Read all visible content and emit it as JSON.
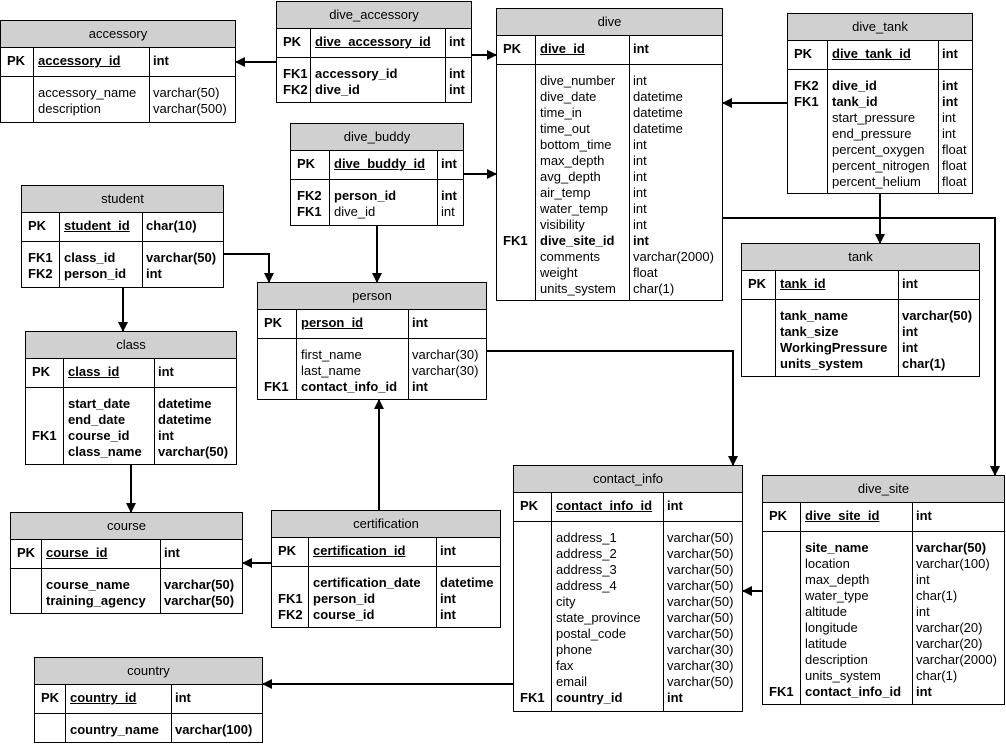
{
  "tables": {
    "accessory": {
      "title": "accessory",
      "pk": [
        {
          "key": "PK",
          "name": "accessory_id",
          "type": "int"
        }
      ],
      "cols": [
        {
          "key": "",
          "name": "accessory_name",
          "type": "varchar(50)",
          "bold": false
        },
        {
          "key": "",
          "name": "description",
          "type": "varchar(500)",
          "bold": false
        }
      ]
    },
    "dive_accessory": {
      "title": "dive_accessory",
      "pk": [
        {
          "key": "PK",
          "name": "dive_accessory_id",
          "type": "int"
        }
      ],
      "cols": [
        {
          "key": "FK1",
          "name": "accessory_id",
          "type": "int",
          "bold": true
        },
        {
          "key": "FK2",
          "name": "dive_id",
          "type": "int",
          "bold": true
        }
      ]
    },
    "dive": {
      "title": "dive",
      "pk": [
        {
          "key": "PK",
          "name": "dive_id",
          "type": "int"
        }
      ],
      "cols": [
        {
          "key": "",
          "name": "dive_number",
          "type": "int",
          "bold": false
        },
        {
          "key": "",
          "name": "dive_date",
          "type": "datetime",
          "bold": false
        },
        {
          "key": "",
          "name": "time_in",
          "type": "datetime",
          "bold": false
        },
        {
          "key": "",
          "name": "time_out",
          "type": "datetime",
          "bold": false
        },
        {
          "key": "",
          "name": "bottom_time",
          "type": "int",
          "bold": false
        },
        {
          "key": "",
          "name": "max_depth",
          "type": "int",
          "bold": false
        },
        {
          "key": "",
          "name": "avg_depth",
          "type": "int",
          "bold": false
        },
        {
          "key": "",
          "name": "air_temp",
          "type": "int",
          "bold": false
        },
        {
          "key": "",
          "name": "water_temp",
          "type": "int",
          "bold": false
        },
        {
          "key": "",
          "name": "visibility",
          "type": "int",
          "bold": false
        },
        {
          "key": "FK1",
          "name": "dive_site_id",
          "type": "int",
          "bold": true
        },
        {
          "key": "",
          "name": "comments",
          "type": "varchar(2000)",
          "bold": false
        },
        {
          "key": "",
          "name": "weight",
          "type": "float",
          "bold": false
        },
        {
          "key": "",
          "name": "units_system",
          "type": "char(1)",
          "bold": false
        }
      ]
    },
    "dive_tank": {
      "title": "dive_tank",
      "pk": [
        {
          "key": "PK",
          "name": "dive_tank_id",
          "type": "int"
        }
      ],
      "cols": [
        {
          "key": "FK2",
          "name": "dive_id",
          "type": "int",
          "bold": true
        },
        {
          "key": "FK1",
          "name": "tank_id",
          "type": "int",
          "bold": true
        },
        {
          "key": "",
          "name": "start_pressure",
          "type": "int",
          "bold": false
        },
        {
          "key": "",
          "name": "end_pressure",
          "type": "int",
          "bold": false
        },
        {
          "key": "",
          "name": "percent_oxygen",
          "type": "float",
          "bold": false
        },
        {
          "key": "",
          "name": "percent_nitrogen",
          "type": "float",
          "bold": false
        },
        {
          "key": "",
          "name": "percent_helium",
          "type": "float",
          "bold": false
        }
      ]
    },
    "dive_buddy": {
      "title": "dive_buddy",
      "pk": [
        {
          "key": "PK",
          "name": "dive_buddy_id",
          "type": "int"
        }
      ],
      "cols": [
        {
          "key": "FK2",
          "name": "person_id",
          "type": "int",
          "bold": true
        },
        {
          "key": "FK1",
          "name": "dive_id",
          "type": "int",
          "bold": false
        }
      ]
    },
    "student": {
      "title": "student",
      "pk": [
        {
          "key": "PK",
          "name": "student_id",
          "type": "char(10)"
        }
      ],
      "cols": [
        {
          "key": "FK1",
          "name": "class_id",
          "type": "varchar(50)",
          "bold": true
        },
        {
          "key": "FK2",
          "name": "person_id",
          "type": "int",
          "bold": true
        }
      ]
    },
    "person": {
      "title": "person",
      "pk": [
        {
          "key": "PK",
          "name": "person_id",
          "type": "int"
        }
      ],
      "cols": [
        {
          "key": "",
          "name": "first_name",
          "type": "varchar(30)",
          "bold": false
        },
        {
          "key": "",
          "name": "last_name",
          "type": "varchar(30)",
          "bold": false
        },
        {
          "key": "FK1",
          "name": "contact_info_id",
          "type": "int",
          "bold": true
        }
      ]
    },
    "tank": {
      "title": "tank",
      "pk": [
        {
          "key": "PK",
          "name": "tank_id",
          "type": "int"
        }
      ],
      "cols": [
        {
          "key": "",
          "name": "tank_name",
          "type": "varchar(50)",
          "bold": true
        },
        {
          "key": "",
          "name": "tank_size",
          "type": "int",
          "bold": true
        },
        {
          "key": "",
          "name": "WorkingPressure",
          "type": "int",
          "bold": true
        },
        {
          "key": "",
          "name": "units_system",
          "type": "char(1)",
          "bold": true
        }
      ]
    },
    "class": {
      "title": "class",
      "pk": [
        {
          "key": "PK",
          "name": "class_id",
          "type": "int"
        }
      ],
      "cols": [
        {
          "key": "",
          "name": "start_date",
          "type": "datetime",
          "bold": true
        },
        {
          "key": "",
          "name": "end_date",
          "type": "datetime",
          "bold": true
        },
        {
          "key": "FK1",
          "name": "course_id",
          "type": "int",
          "bold": true
        },
        {
          "key": "",
          "name": "class_name",
          "type": "varchar(50)",
          "bold": true
        }
      ]
    },
    "course": {
      "title": "course",
      "pk": [
        {
          "key": "PK",
          "name": "course_id",
          "type": "int"
        }
      ],
      "cols": [
        {
          "key": "",
          "name": "course_name",
          "type": "varchar(50)",
          "bold": true
        },
        {
          "key": "",
          "name": "training_agency",
          "type": "varchar(50)",
          "bold": true
        }
      ]
    },
    "certification": {
      "title": "certification",
      "pk": [
        {
          "key": "PK",
          "name": "certification_id",
          "type": "int"
        }
      ],
      "cols": [
        {
          "key": "",
          "name": "certification_date",
          "type": "datetime",
          "bold": true
        },
        {
          "key": "FK1",
          "name": "person_id",
          "type": "int",
          "bold": true
        },
        {
          "key": "FK2",
          "name": "course_id",
          "type": "int",
          "bold": true
        }
      ]
    },
    "contact_info": {
      "title": "contact_info",
      "pk": [
        {
          "key": "PK",
          "name": "contact_info_id",
          "type": "int"
        }
      ],
      "cols": [
        {
          "key": "",
          "name": "address_1",
          "type": "varchar(50)",
          "bold": false
        },
        {
          "key": "",
          "name": "address_2",
          "type": "varchar(50)",
          "bold": false
        },
        {
          "key": "",
          "name": "address_3",
          "type": "varchar(50)",
          "bold": false
        },
        {
          "key": "",
          "name": "address_4",
          "type": "varchar(50)",
          "bold": false
        },
        {
          "key": "",
          "name": "city",
          "type": "varchar(50)",
          "bold": false
        },
        {
          "key": "",
          "name": "state_province",
          "type": "varchar(50)",
          "bold": false
        },
        {
          "key": "",
          "name": "postal_code",
          "type": "varchar(50)",
          "bold": false
        },
        {
          "key": "",
          "name": "phone",
          "type": "varchar(30)",
          "bold": false
        },
        {
          "key": "",
          "name": "fax",
          "type": "varchar(30)",
          "bold": false
        },
        {
          "key": "",
          "name": "email",
          "type": "varchar(50)",
          "bold": false
        },
        {
          "key": "FK1",
          "name": "country_id",
          "type": "int",
          "bold": true
        }
      ]
    },
    "dive_site": {
      "title": "dive_site",
      "pk": [
        {
          "key": "PK",
          "name": "dive_site_id",
          "type": "int"
        }
      ],
      "cols": [
        {
          "key": "",
          "name": "site_name",
          "type": "varchar(50)",
          "bold": true
        },
        {
          "key": "",
          "name": "location",
          "type": "varchar(100)",
          "bold": false
        },
        {
          "key": "",
          "name": "max_depth",
          "type": "int",
          "bold": false
        },
        {
          "key": "",
          "name": "water_type",
          "type": "char(1)",
          "bold": false
        },
        {
          "key": "",
          "name": "altitude",
          "type": "int",
          "bold": false
        },
        {
          "key": "",
          "name": "longitude",
          "type": "varchar(20)",
          "bold": false
        },
        {
          "key": "",
          "name": "latitude",
          "type": "varchar(20)",
          "bold": false
        },
        {
          "key": "",
          "name": "description",
          "type": "varchar(2000)",
          "bold": false
        },
        {
          "key": "",
          "name": "units_system",
          "type": "char(1)",
          "bold": false
        },
        {
          "key": "FK1",
          "name": "contact_info_id",
          "type": "int",
          "bold": true
        }
      ]
    },
    "country": {
      "title": "country",
      "pk": [
        {
          "key": "PK",
          "name": "country_id",
          "type": "int"
        }
      ],
      "cols": [
        {
          "key": "",
          "name": "country_name",
          "type": "varchar(100)",
          "bold": true
        }
      ]
    }
  },
  "relationships": [
    {
      "from": "dive_accessory",
      "to": "accessory"
    },
    {
      "from": "dive_accessory",
      "to": "dive"
    },
    {
      "from": "dive_tank",
      "to": "dive"
    },
    {
      "from": "dive_tank",
      "to": "tank"
    },
    {
      "from": "dive_buddy",
      "to": "dive"
    },
    {
      "from": "dive_buddy",
      "to": "person"
    },
    {
      "from": "student",
      "to": "person"
    },
    {
      "from": "student",
      "to": "class"
    },
    {
      "from": "class",
      "to": "course"
    },
    {
      "from": "certification",
      "to": "course"
    },
    {
      "from": "certification",
      "to": "person"
    },
    {
      "from": "person",
      "to": "contact_info"
    },
    {
      "from": "dive",
      "to": "dive_site"
    },
    {
      "from": "dive_site",
      "to": "contact_info"
    },
    {
      "from": "contact_info",
      "to": "country"
    }
  ]
}
